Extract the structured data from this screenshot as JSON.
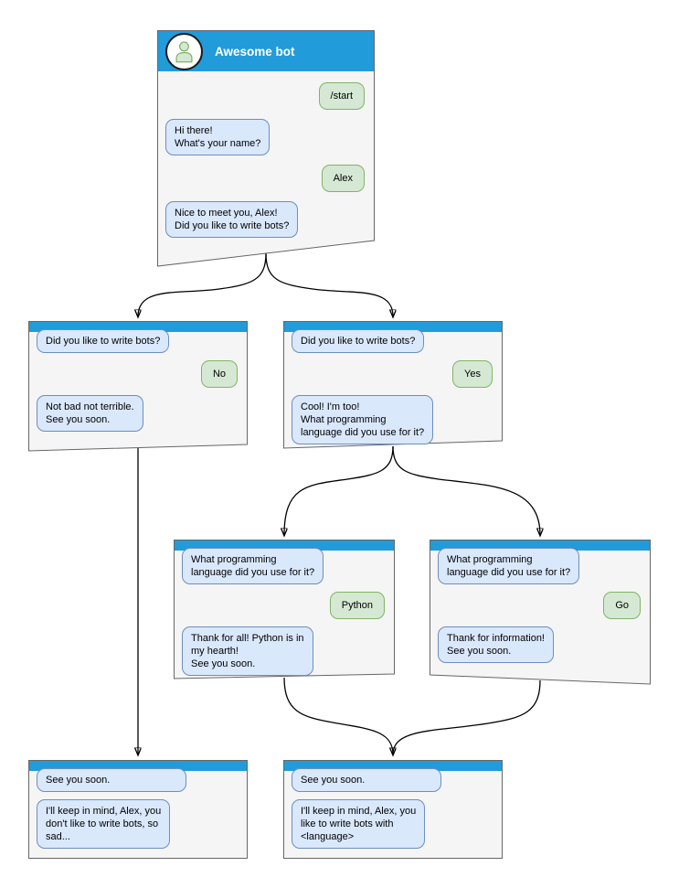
{
  "colors": {
    "titlebar_blue": "#219bd9",
    "bot_bubble_fill": "#dae8fc",
    "bot_bubble_border": "#6c8ebf",
    "user_bubble_fill": "#d5e8d4",
    "user_bubble_border": "#82b366",
    "window_fill": "#f5f5f5",
    "window_border": "#666666",
    "arrow": "#000000",
    "title_text": "#ffffff"
  },
  "windows": [
    {
      "id": "start",
      "title": "Awesome bot",
      "messages": [
        {
          "from": "user",
          "text": "/start"
        },
        {
          "from": "bot",
          "text": "Hi there!\nWhat's your name?"
        },
        {
          "from": "user",
          "text": "Alex"
        },
        {
          "from": "bot",
          "text": "Nice to meet you, Alex!\nDid you like to write bots?"
        }
      ]
    },
    {
      "id": "no-branch",
      "messages": [
        {
          "from": "bot",
          "text": "Did you like to write bots?"
        },
        {
          "from": "user",
          "text": "No"
        },
        {
          "from": "bot",
          "text": "Not bad not terrible.\nSee you soon."
        }
      ]
    },
    {
      "id": "yes-branch",
      "messages": [
        {
          "from": "bot",
          "text": "Did you like to write bots?"
        },
        {
          "from": "user",
          "text": "Yes"
        },
        {
          "from": "bot",
          "text": "Cool! I'm too!\nWhat programming\nlanguage did you use for it?"
        }
      ]
    },
    {
      "id": "python-branch",
      "messages": [
        {
          "from": "bot",
          "text": "What programming\nlanguage did you use for it?"
        },
        {
          "from": "user",
          "text": "Python"
        },
        {
          "from": "bot",
          "text": "Thank for all! Python is in\nmy hearth!\nSee you soon."
        }
      ]
    },
    {
      "id": "go-branch",
      "messages": [
        {
          "from": "bot",
          "text": "What programming\nlanguage did you use for it?"
        },
        {
          "from": "user",
          "text": "Go"
        },
        {
          "from": "bot",
          "text": "Thank for information!\nSee you soon."
        }
      ]
    },
    {
      "id": "end-no",
      "messages": [
        {
          "from": "bot",
          "text": "See you soon."
        },
        {
          "from": "bot",
          "text": "I'll keep in mind, Alex, you\ndon't like to write bots, so\nsad..."
        }
      ]
    },
    {
      "id": "end-yes",
      "messages": [
        {
          "from": "bot",
          "text": "See you soon."
        },
        {
          "from": "bot",
          "text": "I'll keep in mind, Alex, you\nlike to write bots with\n<language>"
        }
      ]
    }
  ],
  "edges": [
    {
      "from": "start",
      "to": "no-branch"
    },
    {
      "from": "start",
      "to": "yes-branch"
    },
    {
      "from": "yes-branch",
      "to": "python-branch"
    },
    {
      "from": "yes-branch",
      "to": "go-branch"
    },
    {
      "from": "no-branch",
      "to": "end-no"
    },
    {
      "from": "python-branch",
      "to": "end-yes"
    },
    {
      "from": "go-branch",
      "to": "end-yes"
    }
  ]
}
